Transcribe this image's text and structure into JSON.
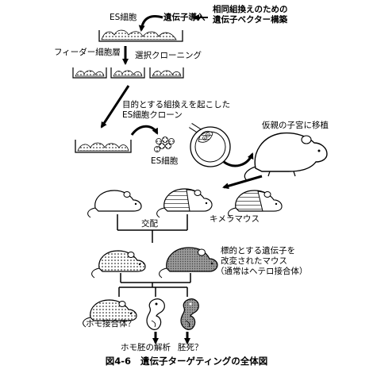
{
  "labels": {
    "es_cells_top": "ES細胞",
    "gene_introduction": "遺伝子導入",
    "vector_line1": "相同組換えのための",
    "vector_line2": "遺伝子ベクター構築",
    "feeder_layer": "フィーダー細胞層",
    "selective_cloning": "選択クローニング",
    "target_clone_line1": "目的とする組換えを起こした",
    "target_clone_line2": "ES細胞クローン",
    "es_cells_small": "ES細胞",
    "pseudo_transplant": "仮親の子宮に移植",
    "chimera_mouse": "キメラマウス",
    "mating": "交配",
    "modified_line1": "標的とする遺伝子を",
    "modified_line2": "改変されたマウス",
    "modified_line3": "（通常はヘテロ接合体）",
    "homozygote": "ホモ接合体？",
    "embryo_analysis": "ホモ胚の解析",
    "lethal": "胚死？"
  },
  "caption": {
    "number": "図4-6",
    "title": "遺伝子ターゲティングの全体図"
  }
}
